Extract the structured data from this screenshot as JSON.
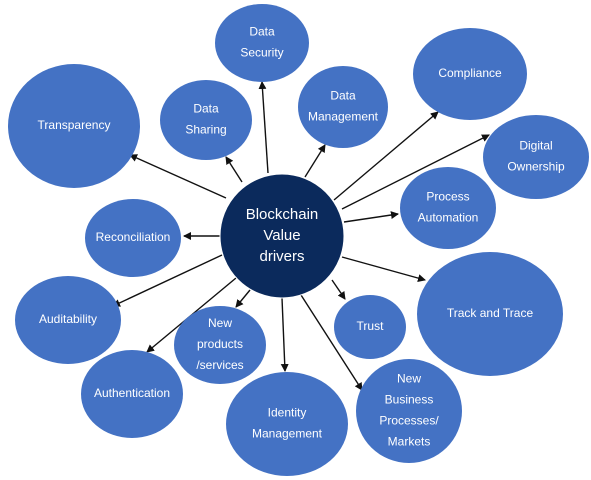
{
  "colors": {
    "node_fill": "#4472C4",
    "center_fill": "#0B2A5C",
    "arrow": "#111111",
    "label": "#ffffff"
  },
  "center": {
    "lines": [
      "Blockchain",
      "Value",
      "drivers"
    ]
  },
  "nodes": [
    {
      "id": "data-security",
      "lines": [
        "Data",
        "Security"
      ]
    },
    {
      "id": "compliance",
      "lines": [
        "Compliance"
      ]
    },
    {
      "id": "data-management",
      "lines": [
        "Data",
        "Management"
      ]
    },
    {
      "id": "transparency",
      "lines": [
        "Transparency"
      ]
    },
    {
      "id": "data-sharing",
      "lines": [
        "Data",
        "Sharing"
      ]
    },
    {
      "id": "digital-ownership",
      "lines": [
        "Digital",
        "Ownership"
      ]
    },
    {
      "id": "process-automation",
      "lines": [
        "Process",
        "Automation"
      ]
    },
    {
      "id": "reconciliation",
      "lines": [
        "Reconciliation"
      ]
    },
    {
      "id": "track-and-trace",
      "lines": [
        "Track and Trace"
      ]
    },
    {
      "id": "auditability",
      "lines": [
        "Auditability"
      ]
    },
    {
      "id": "trust",
      "lines": [
        "Trust"
      ]
    },
    {
      "id": "new-products-services",
      "lines": [
        "New",
        "products",
        "/services"
      ]
    },
    {
      "id": "authentication",
      "lines": [
        "Authentication"
      ]
    },
    {
      "id": "identity-management",
      "lines": [
        "Identity",
        "Management"
      ]
    },
    {
      "id": "new-business-processes-markets",
      "lines": [
        "New",
        "Business",
        "Processes/",
        "Markets"
      ]
    }
  ]
}
